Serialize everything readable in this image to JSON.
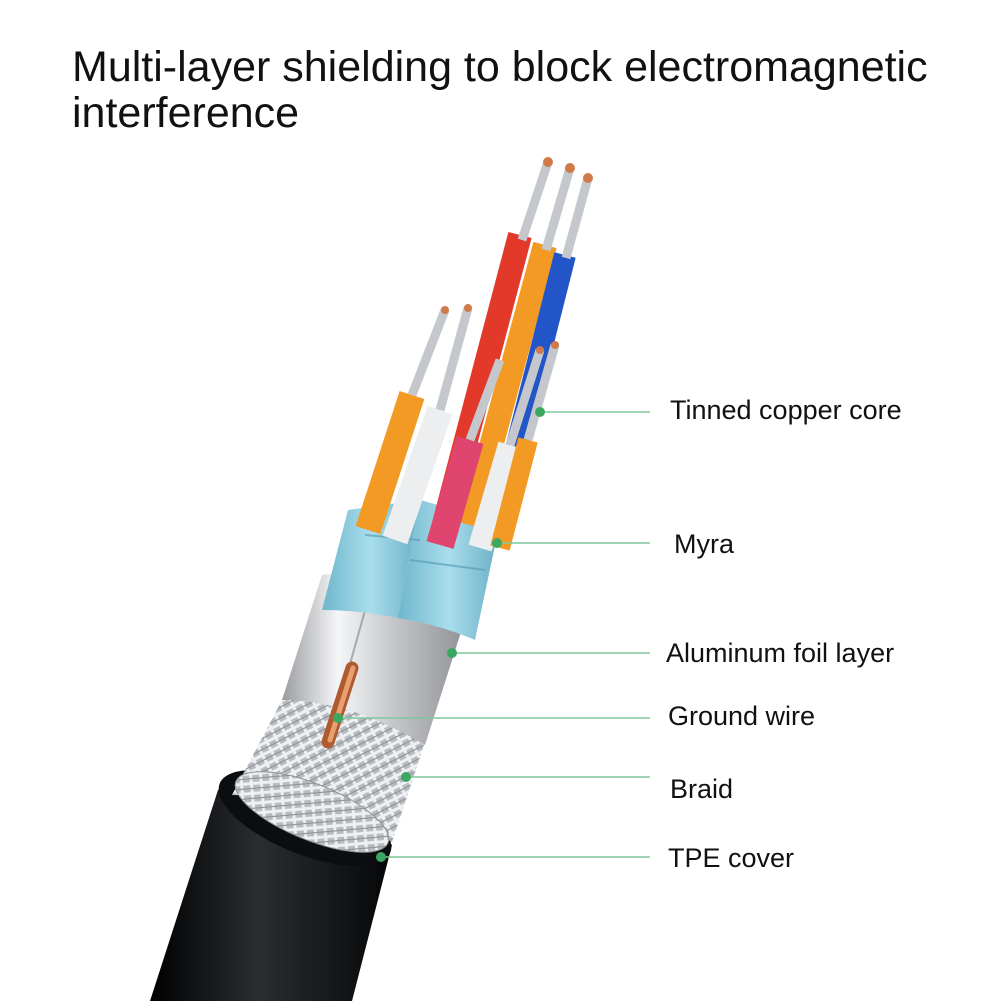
{
  "title": "Multi-layer shielding to block electromagnetic interference",
  "colors": {
    "callout_line": "#7fc99a",
    "callout_dot": "#3aa861",
    "jacket": "#16181b",
    "braid": "#c9ccd0",
    "foil": "#d9dadd",
    "mylar": "#8ccde0",
    "wire_red": "#e2392b",
    "wire_orange": "#f39a25",
    "wire_blue": "#2255c7",
    "wire_pink": "#e0456f",
    "wire_white": "#eceeef",
    "copper": "#d07a4a",
    "strand": "#b9bec3"
  },
  "labels": [
    {
      "id": "tinned-copper-core",
      "text": "Tinned copper core"
    },
    {
      "id": "myra",
      "text": "Myra"
    },
    {
      "id": "aluminum-foil-layer",
      "text": "Aluminum foil layer"
    },
    {
      "id": "ground-wire",
      "text": "Ground wire"
    },
    {
      "id": "braid",
      "text": "Braid"
    },
    {
      "id": "tpe-cover",
      "text": "TPE cover"
    }
  ]
}
